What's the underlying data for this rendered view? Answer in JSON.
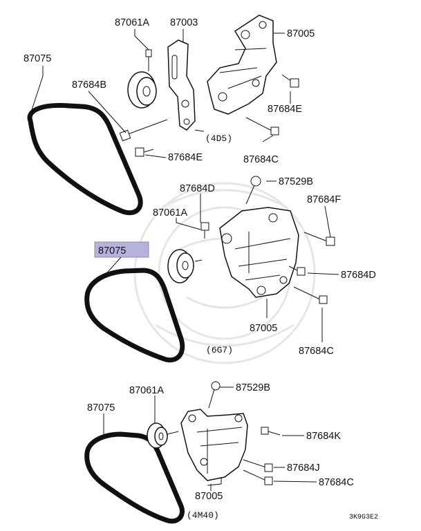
{
  "labels": {
    "sec1_belt": "87075",
    "sec1_pulley": "87061A",
    "sec1_bracket": "87003",
    "sec1_mount": "87005",
    "sec1_bolt_b": "87684B",
    "sec1_bolt_e_right": "87684E",
    "sec1_bolt_e_lower": "87684E",
    "sec1_bolt_c": "87684C",
    "sec1_engine": "(4D5)",
    "sec2_bolt_d_top": "87684D",
    "sec2_bolt_529b": "87529B",
    "sec2_pulley": "87061A",
    "sec2_bolt_f": "87684F",
    "sec2_belt": "87075",
    "sec2_bolt_d_right": "87684D",
    "sec2_mount": "87005",
    "sec2_bolt_c": "87684C",
    "sec2_engine": "(6G7)",
    "sec3_pulley": "87061A",
    "sec3_bolt_529b": "87529B",
    "sec3_belt": "87075",
    "sec3_bolt_k": "87684K",
    "sec3_bolt_j": "87684J",
    "sec3_bolt_c": "87684C",
    "sec3_mount": "87005",
    "sec3_engine": "(4M40)",
    "diagram_code": "3K9G3E2"
  },
  "highlight_color": "#b5b2dc"
}
